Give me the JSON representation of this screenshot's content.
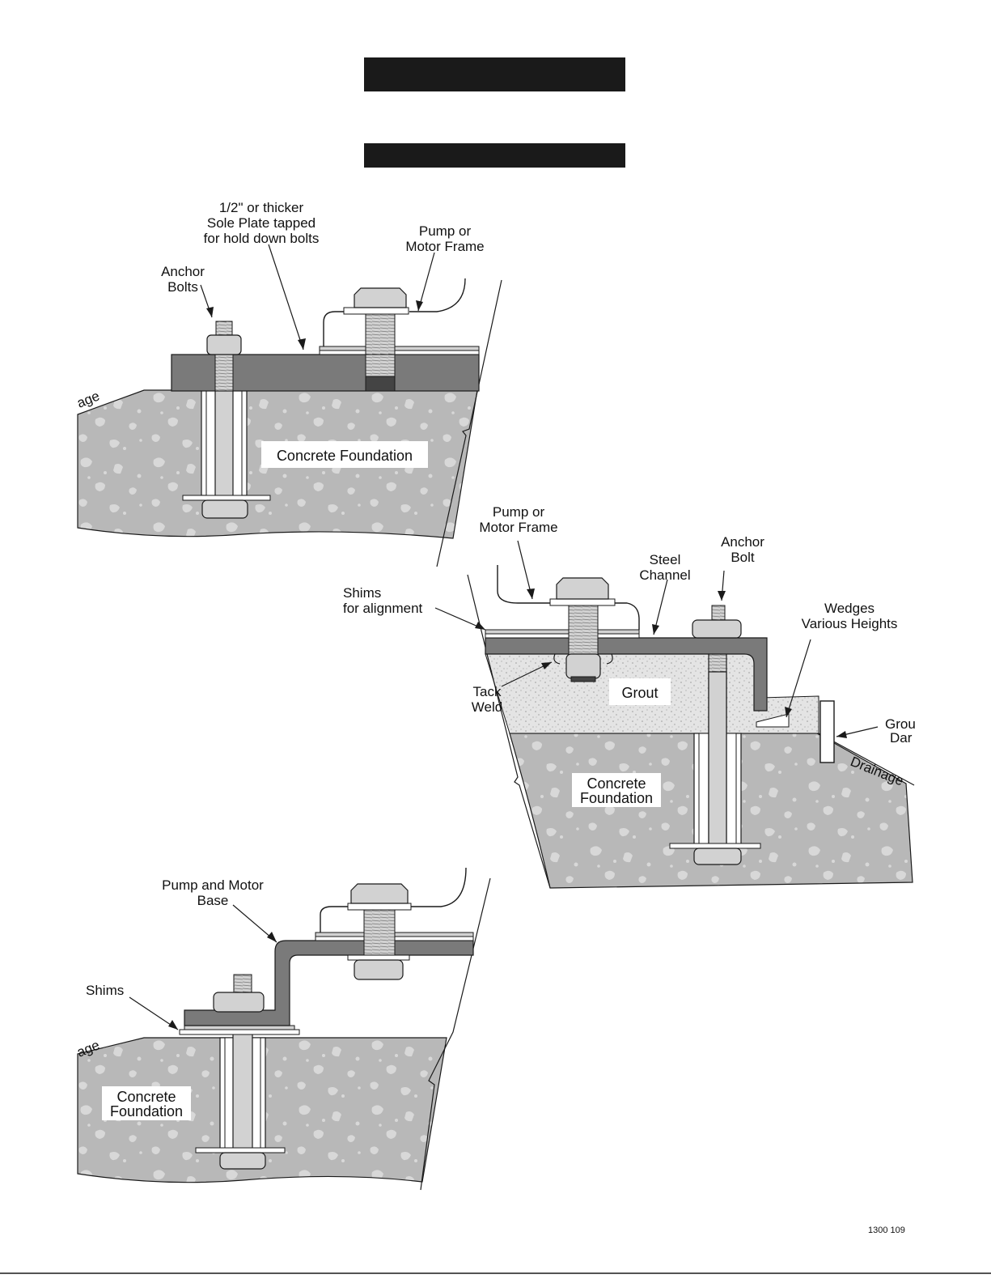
{
  "colors": {
    "header_bar": "#1a1a1a",
    "concrete": "#b8b8b8",
    "aggregate": "#d8d8d8",
    "plate": "#7a7a7a",
    "steel_light": "#d2d2d2",
    "grout": "#e4e4e4",
    "ink": "#1a1a1a"
  },
  "figure_top": {
    "label_plate_1": "1/2\" or thicker",
    "label_plate_2": "Sole Plate tapped",
    "label_plate_3": "for hold down bolts",
    "label_frame_1": "Pump or",
    "label_frame_2": "Motor Frame",
    "label_anchor_1": "Anchor",
    "label_anchor_2": "Bolts",
    "label_drainage": "age",
    "label_concrete": "Concrete Foundation"
  },
  "figure_middle": {
    "label_frame_1": "Pump or",
    "label_frame_2": "Motor Frame",
    "label_channel_1": "Steel",
    "label_channel_2": "Channel",
    "label_anchor_1": "Anchor",
    "label_anchor_2": "Bolt",
    "label_shims_1": "Shims",
    "label_shims_2": "for alignment",
    "label_wedges_1": "Wedges",
    "label_wedges_2": "Various Heights",
    "label_tack_1": "Tack",
    "label_tack_2": "Weld",
    "label_grout": "Grout",
    "label_groutdam_1": "Grou",
    "label_groutdam_2": "Dar",
    "label_drainage": "Drainage",
    "label_concrete_1": "Concrete",
    "label_concrete_2": "Foundation"
  },
  "figure_bottom": {
    "label_base_1": "Pump and Motor",
    "label_base_2": "Base",
    "label_shims": "Shims",
    "label_drainage": "age",
    "label_concrete_1": "Concrete",
    "label_concrete_2": "Foundation"
  },
  "footer": {
    "code": "1300 109"
  }
}
